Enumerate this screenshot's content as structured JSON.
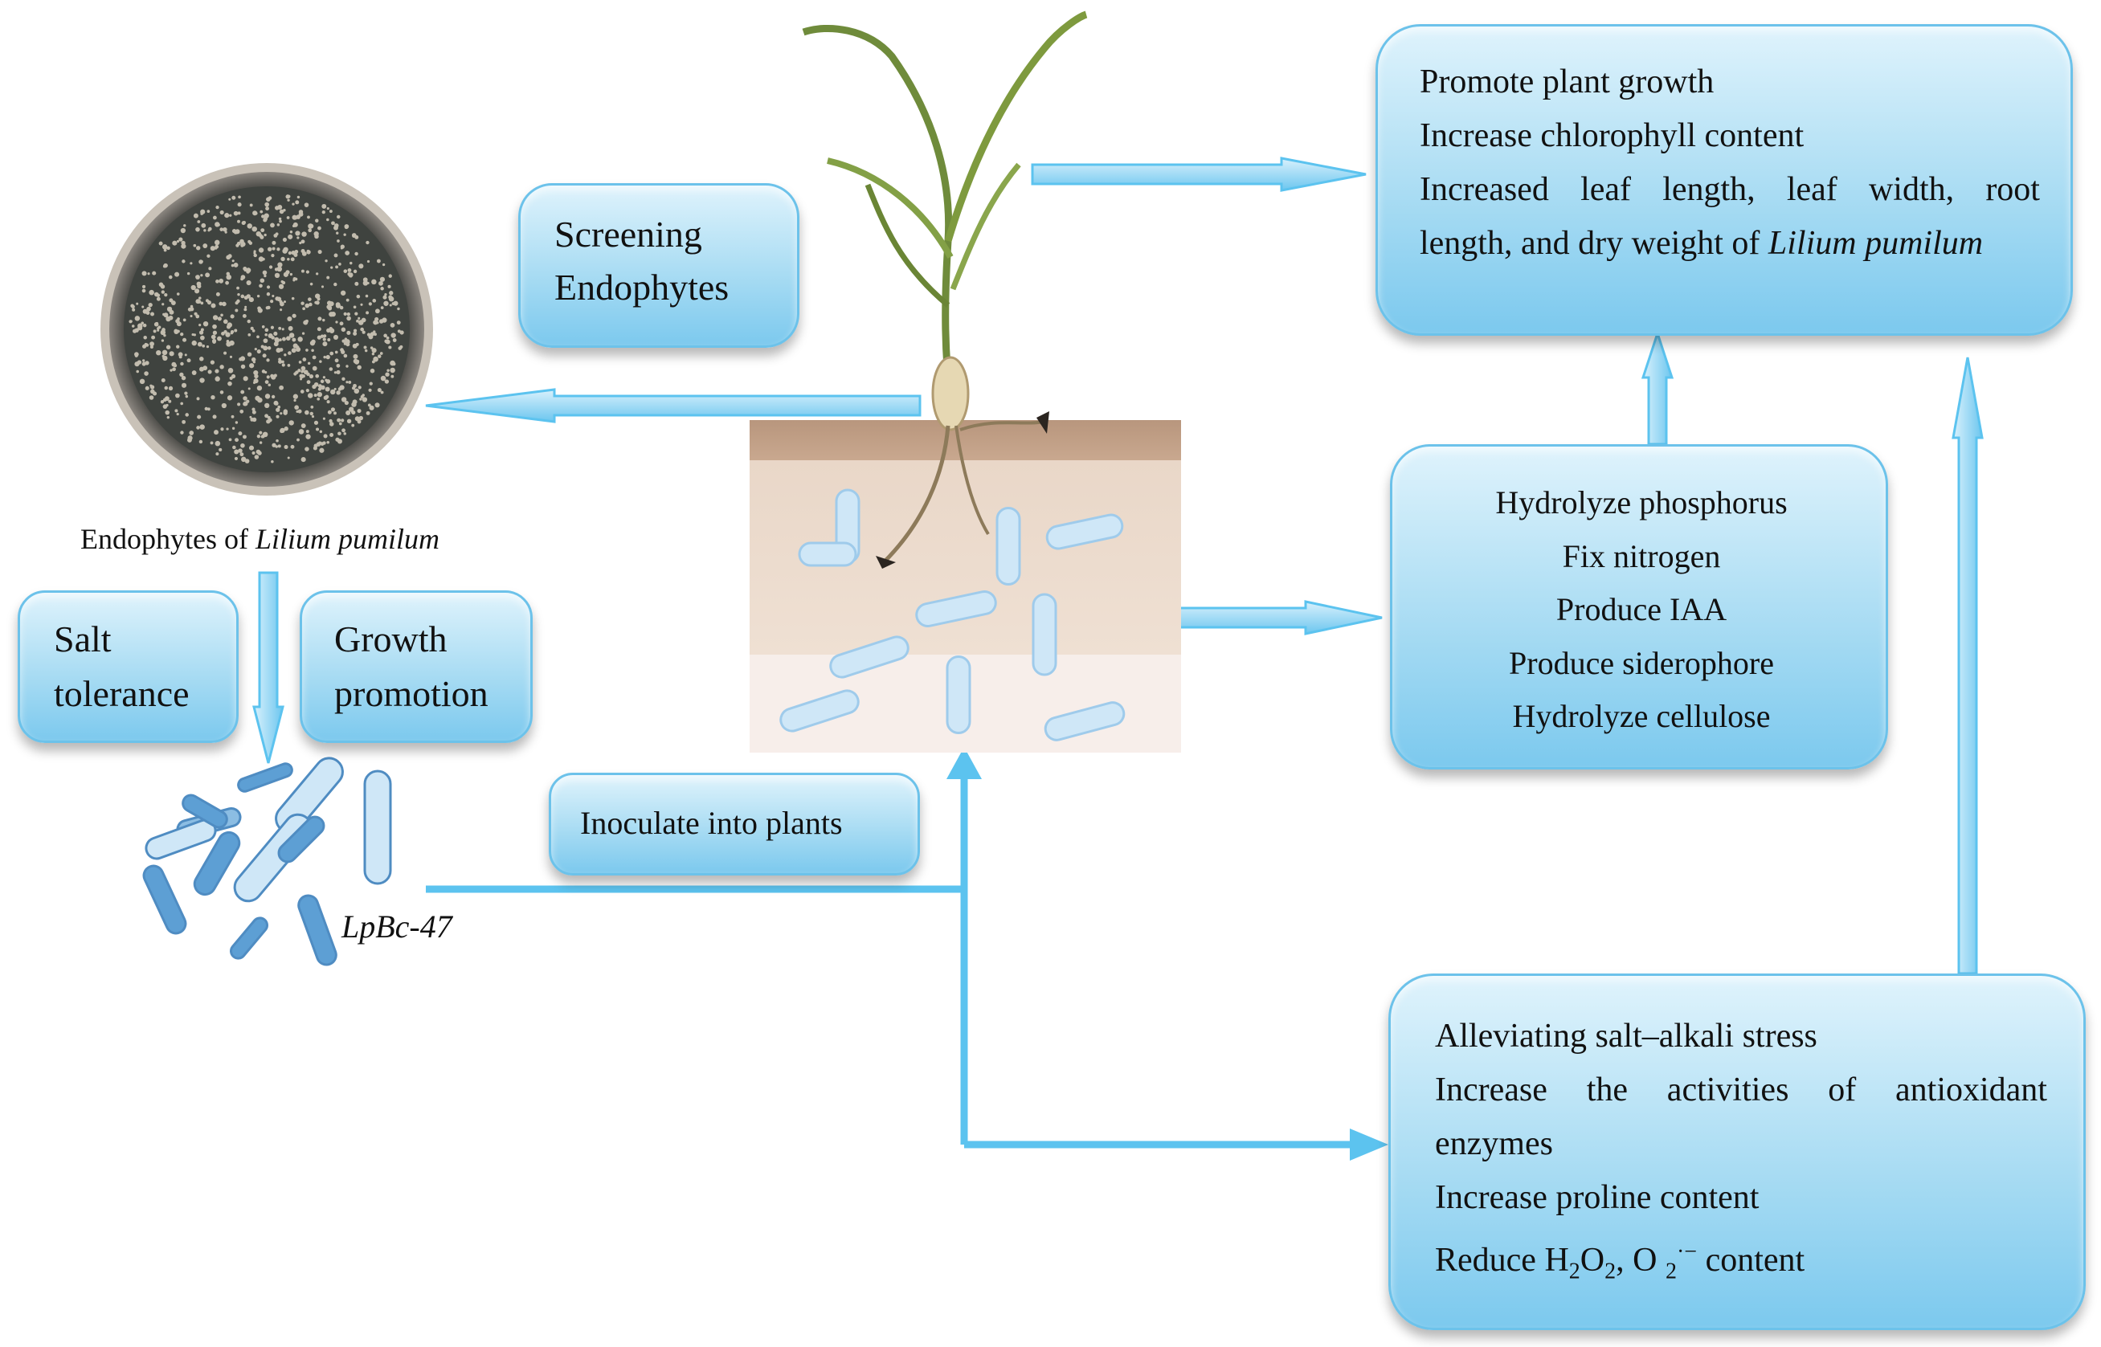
{
  "left": {
    "dish_caption_prefix": "Endophytes of ",
    "dish_caption_species": "Lilium pumilum",
    "strain_label": "LpBc-47",
    "salt_box": [
      "Salt",
      "tolerance"
    ],
    "growth_box": [
      "Growth",
      "promotion"
    ]
  },
  "center": {
    "screening_box": [
      "Screening",
      "Endophytes"
    ],
    "inoculate_box": "Inoculate into plants"
  },
  "right": {
    "growth_effects": {
      "line1": "Promote plant growth",
      "line2": "Increase chlorophyll content",
      "line3_words": [
        "Increased",
        "leaf",
        "length,",
        "leaf",
        "width,",
        "root"
      ],
      "line4_prefix": "length, and dry weight of ",
      "line4_species": "Lilium pumilum"
    },
    "traits": [
      "Hydrolyze phosphorus",
      "Fix nitrogen",
      "Produce IAA",
      "Produce siderophore",
      "Hydrolyze cellulose"
    ],
    "stress": {
      "line1": "Alleviating salt–alkali stress",
      "line2_words": [
        "Increase",
        "the",
        "activities",
        "of",
        "antioxidant"
      ],
      "line3": "enzymes",
      "line4": "Increase proline content",
      "line5_reduce": "Reduce H",
      "line5_sub1": "2",
      "line5_o": "O",
      "line5_sub2": "2",
      "line5_comma": ", O ",
      "line5_sub3": "2",
      "line5_sup": "·−",
      "line5_end": " content"
    }
  },
  "colors": {
    "arrow": "#5cc3ef",
    "arrow_light": "#9fdaf5",
    "box_border": "#6cc2ea",
    "bacteria": "#5d9fd4",
    "bacteria_light": "#cfe7f7"
  }
}
